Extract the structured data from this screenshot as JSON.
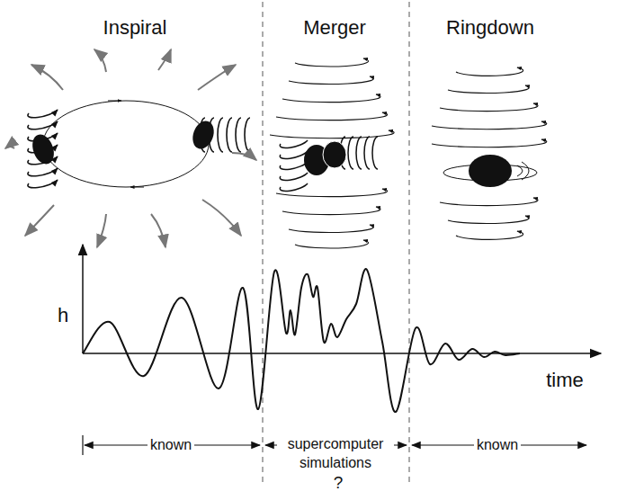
{
  "diagram": {
    "labels": [
      "Inspiral",
      "Merger",
      "Ringdown",
      "h",
      "time",
      "known",
      "supercomputer simulations",
      "?",
      "known"
    ]
  }
}
